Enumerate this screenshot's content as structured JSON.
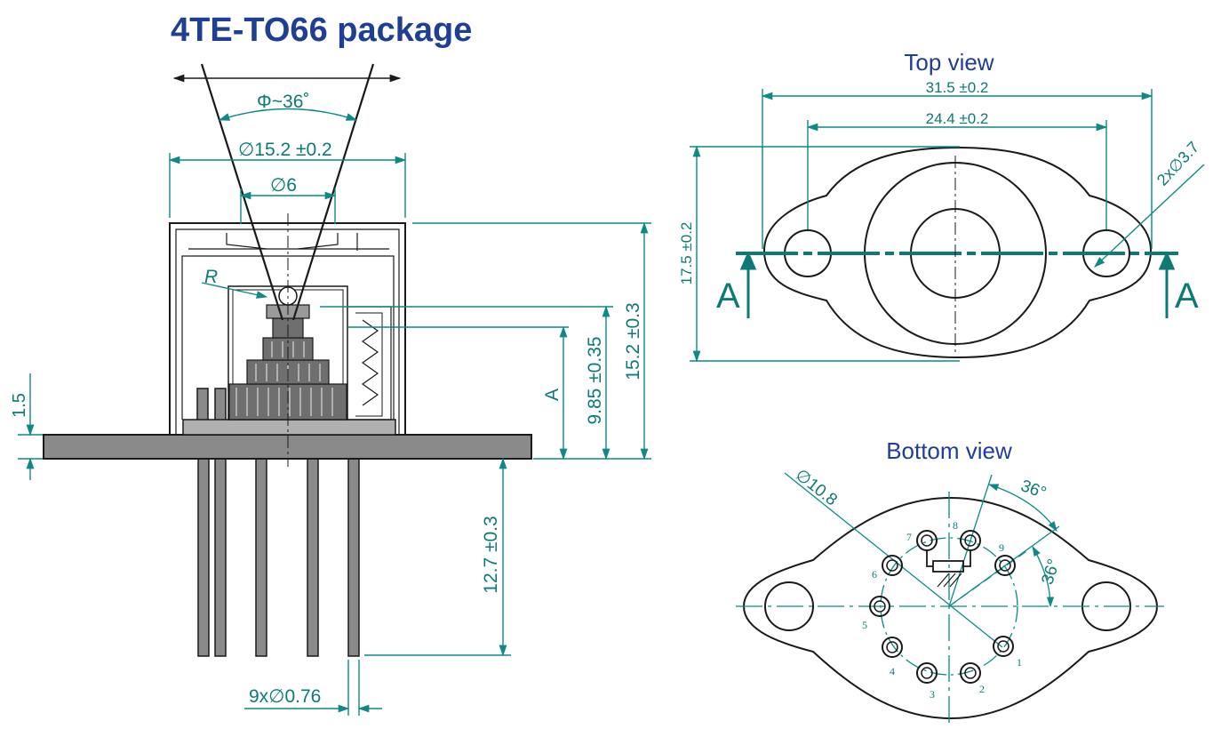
{
  "title": "4TE-TO66 package",
  "side_view": {
    "angle": "Φ~36˚",
    "window_diameter": "∅15.2 ±0.2",
    "aperture_diameter": "∅6",
    "radius_label": "R",
    "flange_thickness": "1.5",
    "point_label": "A",
    "dim_985": "9.85 ±0.35",
    "dim_152": "15.2 ±0.3",
    "lead_length": "12.7 ±0.3",
    "lead_diameter": "9x∅0.76"
  },
  "top_view": {
    "label": "Top view",
    "width": "31.5 ±0.2",
    "hole_spacing": "24.4 ±0.2",
    "height": "17.5 ±0.2",
    "holes": "2x∅3.7",
    "section_left": "A",
    "section_right": "A"
  },
  "bottom_view": {
    "label": "Bottom view",
    "pin_circle": "∅10.8",
    "angle_a": "36°",
    "angle_b": "36°",
    "pins": [
      "1",
      "2",
      "3",
      "4",
      "5",
      "6",
      "7",
      "8",
      "9"
    ]
  },
  "colors": {
    "title": "#1f3f95",
    "dimension": "#0d8a84",
    "outline": "#1a1a1a"
  }
}
